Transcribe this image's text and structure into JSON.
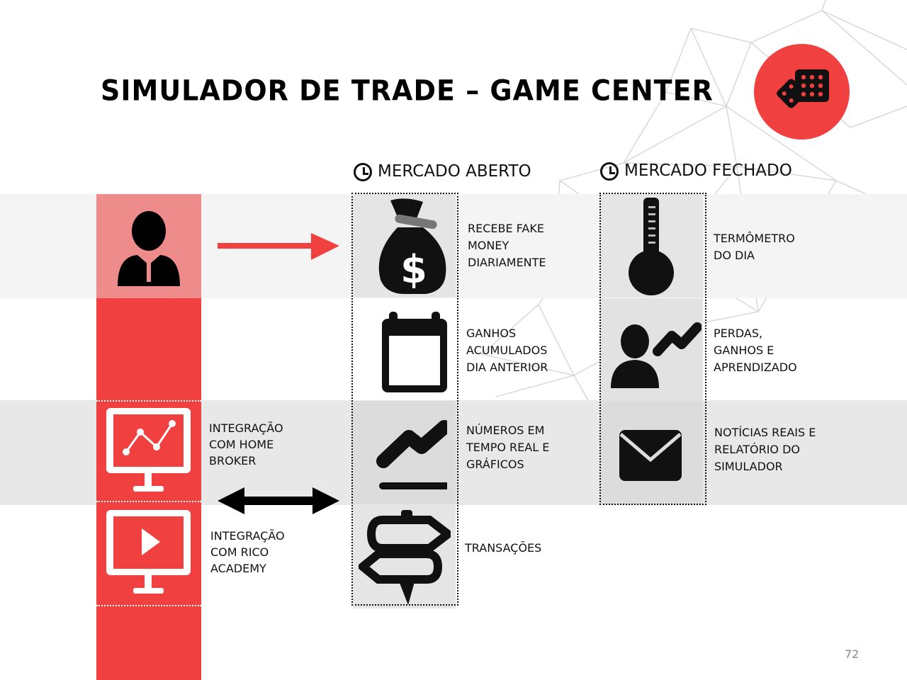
{
  "title": "SIMULADOR DE TRADE – GAME CENTER",
  "colors": {
    "accent": "#f04040",
    "accent_light": "#ee8b8b",
    "band": "#f4f4f4",
    "band_dark": "#e8e8e8"
  },
  "badge_icon": "dice-icon",
  "columns": {
    "open": {
      "header": "MERCADO ABERTO",
      "icon": "clock-icon"
    },
    "closed": {
      "header": "MERCADO FECHADO",
      "icon": "clock-icon"
    }
  },
  "left_items": [
    {
      "icon": "user-icon"
    },
    {
      "icon": "chart-monitor-icon",
      "label": "INTEGRAÇÃO\nCOM HOME\nBROKER"
    },
    {
      "icon": "play-monitor-icon",
      "label": "INTEGRAÇÃO\nCOM RICO\nACADEMY"
    }
  ],
  "open_items": [
    {
      "icon": "money-bag-icon",
      "label": "RECEBE FAKE\nMONEY\nDIARIAMENTE"
    },
    {
      "icon": "calendar-icon",
      "label": "GANHOS\nACUMULADOS\nDIA ANTERIOR"
    },
    {
      "icon": "trend-line-icon",
      "label": "NÚMEROS EM\nTEMPO REAL E\nGRÁFICOS"
    },
    {
      "icon": "signpost-icon",
      "label": "TRANSAÇÕES"
    }
  ],
  "closed_items": [
    {
      "icon": "thermometer-icon",
      "label": "TERMÔMETRO\nDO DIA"
    },
    {
      "icon": "user-trend-icon",
      "label": "PERDAS,\nGANHOS E\nAPRENDIZADO"
    },
    {
      "icon": "envelope-icon",
      "label": "NOTÍCIAS REAIS E\nRELATÓRIO DO\nSIMULADOR"
    }
  ],
  "page_number": "72"
}
